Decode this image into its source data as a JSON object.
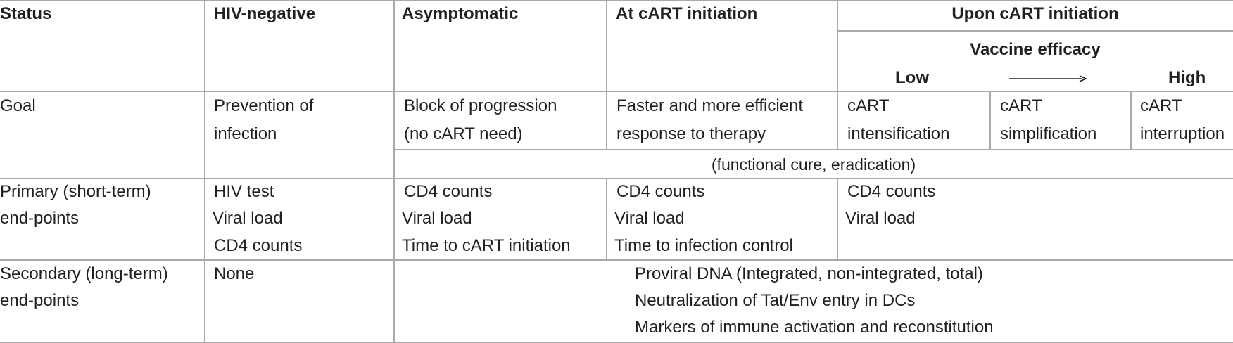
{
  "header": {
    "status": "Status",
    "hiv_negative": "HIV-negative",
    "asymptomatic": "Asymptomatic",
    "at_cart": "At cART initiation",
    "upon_cart": "Upon cART initiation",
    "vaccine_efficacy": "Vaccine efficacy",
    "low": "Low",
    "high": "High"
  },
  "rows": {
    "goal": {
      "label": "Goal",
      "hiv_negative": [
        "Prevention of",
        "infection"
      ],
      "asymptomatic": [
        "Block of progression",
        "(no cART need)"
      ],
      "at_cart": [
        "Faster and more efficient",
        "response to therapy"
      ],
      "upon_low": [
        "cART",
        "intensification"
      ],
      "upon_mid": [
        "cART",
        "simplification"
      ],
      "upon_high": [
        "cART",
        "interruption"
      ],
      "shared_note": "(functional cure, eradication)"
    },
    "primary": {
      "label": [
        "Primary (short-term)",
        "end-points"
      ],
      "hiv_negative": [
        "HIV test",
        "Viral load",
        "CD4 counts"
      ],
      "asymptomatic": [
        "CD4 counts",
        "Viral load",
        "Time to cART initiation"
      ],
      "at_cart": [
        "CD4 counts",
        "Viral load",
        "Time to infection control"
      ],
      "upon": [
        "CD4 counts",
        "Viral load"
      ]
    },
    "secondary": {
      "label": [
        "Secondary (long-term)",
        "end-points"
      ],
      "hiv_negative": "None",
      "shared": [
        "Proviral DNA (Integrated, non-integrated, total)",
        "Neutralization of Tat/Env entry in DCs",
        "Markers of immune activation and reconstitution"
      ]
    }
  }
}
